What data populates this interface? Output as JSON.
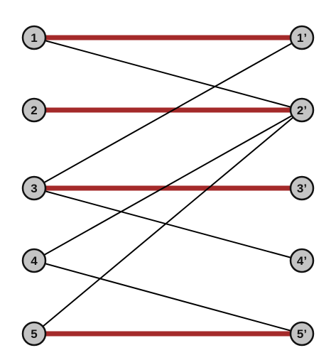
{
  "left_nodes": [
    {
      "id": "1",
      "label": "1"
    },
    {
      "id": "2",
      "label": "2"
    },
    {
      "id": "3",
      "label": "3"
    },
    {
      "id": "4",
      "label": "4"
    },
    {
      "id": "5",
      "label": "5"
    }
  ],
  "right_nodes": [
    {
      "id": "1p",
      "label": "1’"
    },
    {
      "id": "2p",
      "label": "2’"
    },
    {
      "id": "3p",
      "label": "3’"
    },
    {
      "id": "4p",
      "label": "4’"
    },
    {
      "id": "5p",
      "label": "5’"
    }
  ],
  "edges": [
    {
      "from": "1",
      "to": "1p",
      "matched": true
    },
    {
      "from": "1",
      "to": "2p",
      "matched": false
    },
    {
      "from": "2",
      "to": "2p",
      "matched": true
    },
    {
      "from": "3",
      "to": "1p",
      "matched": false
    },
    {
      "from": "3",
      "to": "3p",
      "matched": true
    },
    {
      "from": "3",
      "to": "4p",
      "matched": false
    },
    {
      "from": "4",
      "to": "2p",
      "matched": false
    },
    {
      "from": "4",
      "to": "5p",
      "matched": false
    },
    {
      "from": "5",
      "to": "2p",
      "matched": false
    },
    {
      "from": "5",
      "to": "5p",
      "matched": true
    }
  ],
  "colors": {
    "matched_edge": "#a42a2a",
    "plain_edge": "#000000",
    "node_fill": "#c4c4c4",
    "node_stroke": "#111111"
  }
}
